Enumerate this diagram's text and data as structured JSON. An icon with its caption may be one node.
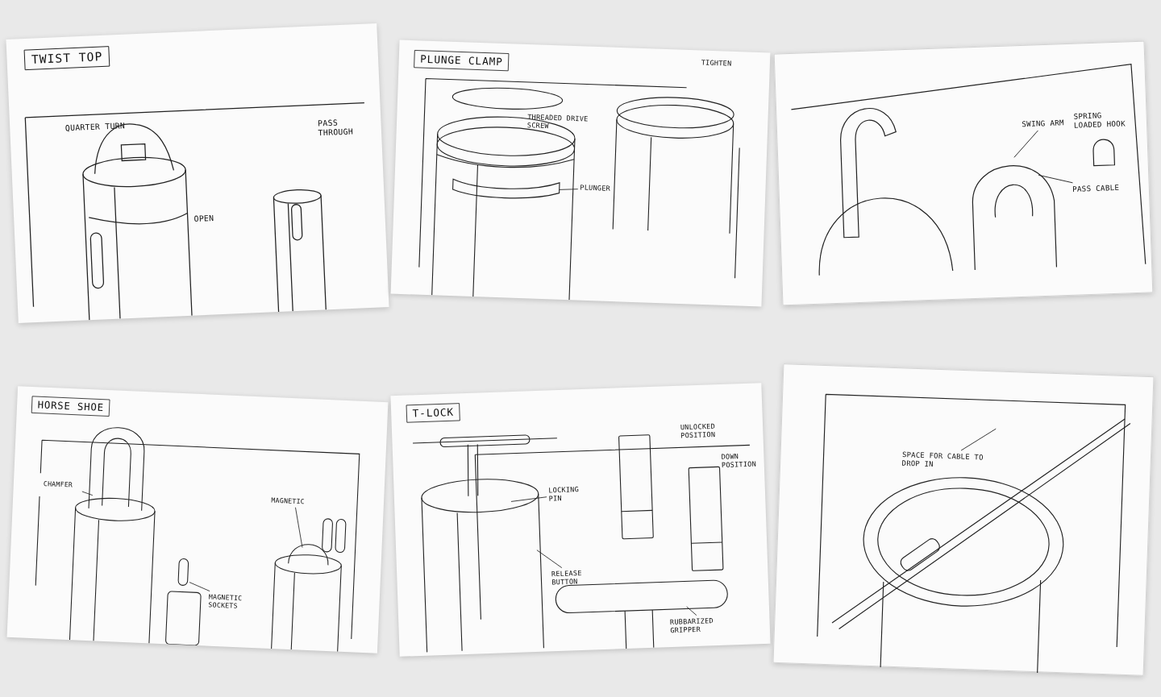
{
  "diagram": {
    "nodes": [
      {
        "text": [
          "TWIST TOP"
        ]
      },
      {
        "text": [
          "PLUNGE CLAMP"
        ]
      },
      {
        "text": [
          "PLUNGER"
        ],
        "in": 1
      },
      {
        "text": [],
        "shape": "box"
      },
      {
        "text": [
          "SWING ARM"
        ],
        "in": 3
      },
      {
        "text": [
          "PASS CABLE"
        ],
        "in": 3
      },
      {
        "text": [
          "T-LOCK"
        ]
      },
      {
        "text": [
          "LOCKING PIN"
        ],
        "in": 6
      },
      {
        "text": [
          "RELEASE BUTTON"
        ],
        "in": 6
      },
      {
        "text": [
          "RUBBARIZED GRIPPER"
        ],
        "in": 6
      },
      {
        "text": [
          "HORSE SHOE"
        ]
      },
      {
        "text": [
          "CHAMFER"
        ],
        "in": 10
      },
      {
        "text": [
          "MAGNETIC"
        ],
        "in": 10
      },
      {
        "text": [
          "MAGNETIC SOCKETS"
        ],
        "in": 10
      },
      {
        "text": [],
        "shape": "box"
      },
      {
        "text": [
          "SPACE FOR CABLE TO DROP IN"
        ],
        "in": 14
      }
    ],
    "edges": [
      {
        "from": 2,
        "to": null,
        "arrow": "none"
      },
      {
        "from": 4,
        "to": null,
        "arrow": "none"
      },
      {
        "from": 5,
        "to": null,
        "arrow": "none"
      },
      {
        "from": 7,
        "to": null,
        "arrow": "none"
      },
      {
        "from": 8,
        "to": null,
        "arrow": "none"
      },
      {
        "from": 9,
        "to": null,
        "arrow": "none"
      },
      {
        "from": 11,
        "to": null,
        "arrow": "none"
      },
      {
        "from": 12,
        "to": null,
        "arrow": "none"
      },
      {
        "from": 13,
        "to": null,
        "arrow": "none"
      },
      {
        "from": 15,
        "to": null,
        "arrow": "none"
      }
    ],
    "labels": [
      "QUARTER TURN",
      "OPEN",
      "PASS THROUGH",
      "THREADED DRIVE SCREW",
      "TIGHTEN",
      "SPRING LOADED HOOK",
      "UNLOCKED POSITION",
      "DOWN POSITION"
    ]
  }
}
